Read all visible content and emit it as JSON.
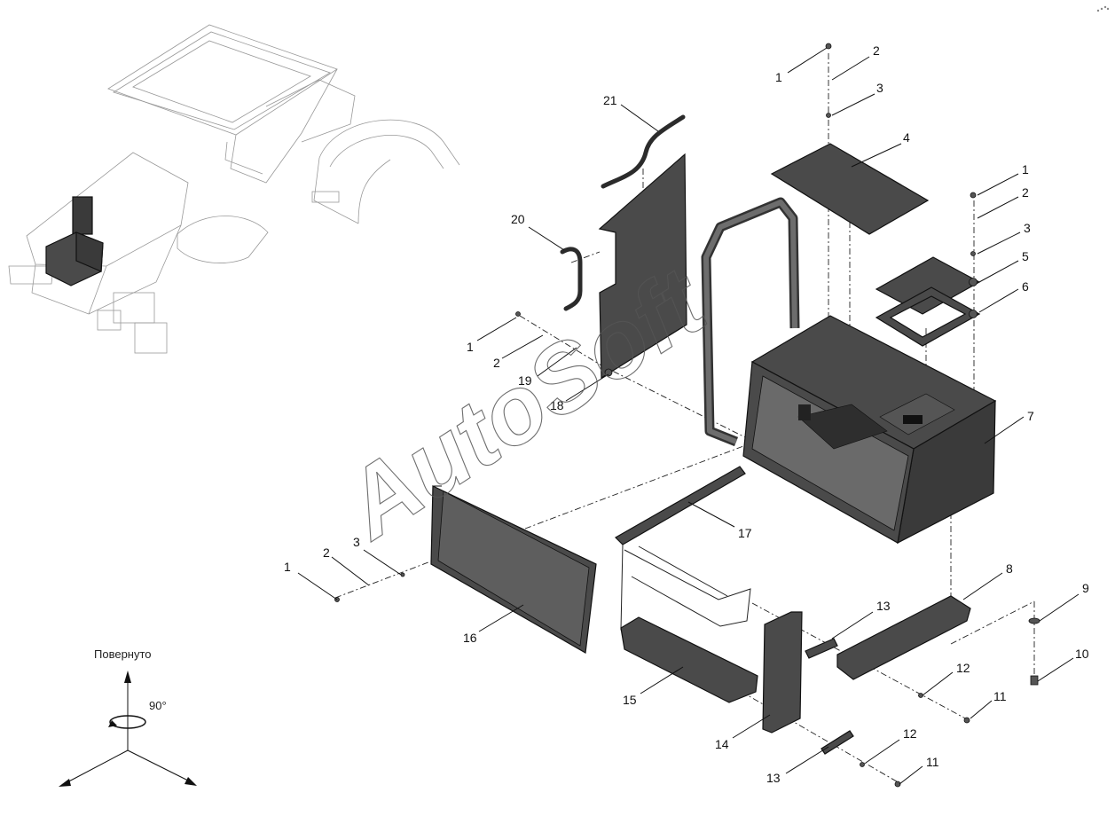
{
  "watermark": "AutoSoft",
  "rotation_label": "Повернуто",
  "rotation_angle": "90°",
  "callouts": [
    {
      "id": "c1a",
      "text": "1"
    },
    {
      "id": "c2a",
      "text": "2"
    },
    {
      "id": "c3a",
      "text": "3"
    },
    {
      "id": "c4",
      "text": "4"
    },
    {
      "id": "c1b",
      "text": "1"
    },
    {
      "id": "c2b",
      "text": "2"
    },
    {
      "id": "c3b",
      "text": "3"
    },
    {
      "id": "c5",
      "text": "5"
    },
    {
      "id": "c6",
      "text": "6"
    },
    {
      "id": "c7",
      "text": "7"
    },
    {
      "id": "c8",
      "text": "8"
    },
    {
      "id": "c9",
      "text": "9"
    },
    {
      "id": "c10",
      "text": "10"
    },
    {
      "id": "c11a",
      "text": "11"
    },
    {
      "id": "c12a",
      "text": "12"
    },
    {
      "id": "c13a",
      "text": "13"
    },
    {
      "id": "c11b",
      "text": "11"
    },
    {
      "id": "c12b",
      "text": "12"
    },
    {
      "id": "c13b",
      "text": "13"
    },
    {
      "id": "c14",
      "text": "14"
    },
    {
      "id": "c15",
      "text": "15"
    },
    {
      "id": "c16",
      "text": "16"
    },
    {
      "id": "c17",
      "text": "17"
    },
    {
      "id": "c18",
      "text": "18"
    },
    {
      "id": "c19",
      "text": "19"
    },
    {
      "id": "c20",
      "text": "20"
    },
    {
      "id": "c21",
      "text": "21"
    },
    {
      "id": "c1c",
      "text": "1"
    },
    {
      "id": "c2c",
      "text": "2"
    },
    {
      "id": "c1d",
      "text": "1"
    },
    {
      "id": "c2d",
      "text": "2"
    },
    {
      "id": "c3d",
      "text": "3"
    }
  ]
}
